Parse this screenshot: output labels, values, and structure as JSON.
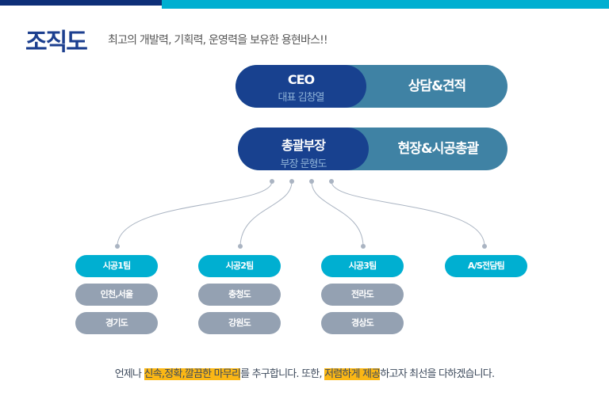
{
  "header": {
    "title": "조직도",
    "subtitle": "최고의 개발력, 기획력, 운영력을 보유한 용현바스!!"
  },
  "ceo": {
    "role": "CEO",
    "name": "대표 김창열",
    "duty": "상담&견적"
  },
  "manager": {
    "role": "총괄부장",
    "name": "부장 문형도",
    "duty": "현장&시공총괄"
  },
  "teams": [
    {
      "name": "시공1팀",
      "regions": [
        "인천,서울",
        "경기도"
      ]
    },
    {
      "name": "시공2팀",
      "regions": [
        "충청도",
        "강원도"
      ]
    },
    {
      "name": "시공3팀",
      "regions": [
        "전라도",
        "경상도"
      ]
    },
    {
      "name": "A/S전담팀",
      "regions": []
    }
  ],
  "footer": {
    "p1": "언제나 ",
    "h1": "신속,정확,깔끔한 마무리",
    "p2": "를 추구합니다. 또한, ",
    "h2": "저렴하게 제공",
    "p3": "하고자 최선을 다하겠습니다."
  },
  "colors": {
    "navy": "#18418f",
    "teal": "#3f82a4",
    "cyan": "#00afd1",
    "gray": "#94a1b2",
    "highlight": "#fbb714"
  }
}
